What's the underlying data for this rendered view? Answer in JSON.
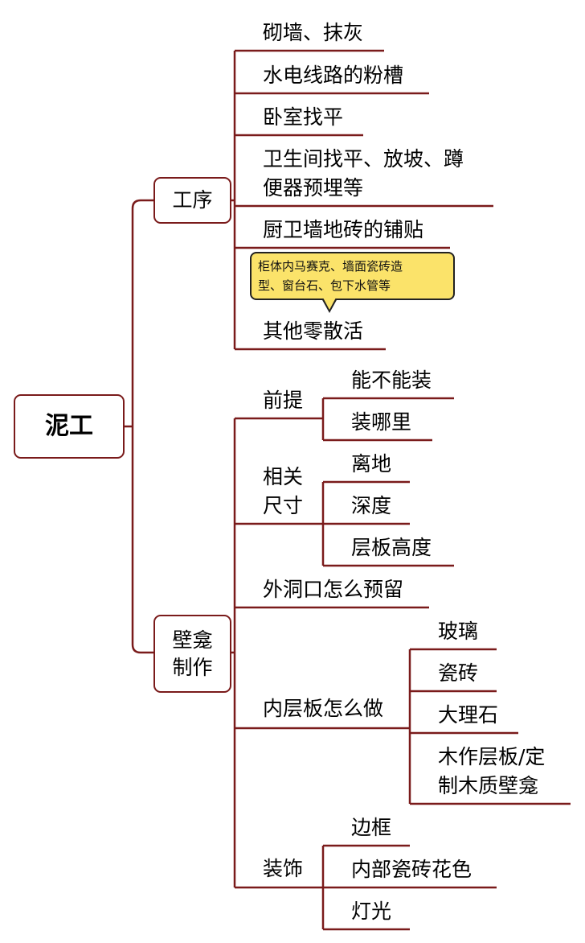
{
  "root": "泥工",
  "colors": {
    "line": "#7a1b1b",
    "callout_fill": "#fbe36a"
  },
  "branch1": {
    "label": "工序",
    "items": [
      "砌墙、抹灰",
      "水电线路的粉槽",
      "卧室找平",
      "卫生间找平、放坡、蹲",
      "便器预埋等",
      "厨卫墙地砖的铺贴",
      "其他零散活"
    ],
    "note_lines": [
      "柜体内马赛克、墙面瓷砖造",
      "型、窗台石、包下水管等"
    ]
  },
  "branch2": {
    "label_lines": [
      "壁龛",
      "制作"
    ],
    "qianti": {
      "label": "前提",
      "children": [
        "能不能装",
        "装哪里"
      ]
    },
    "xiangguan": {
      "label_lines": [
        "相关",
        "尺寸"
      ],
      "children": [
        "离地",
        "深度",
        "层板高度"
      ]
    },
    "waidong": "外洞口怎么预留",
    "neicengban": {
      "label": "内层板怎么做",
      "children": [
        "玻璃",
        "瓷砖",
        "大理石",
        "木作层板/定",
        "制木质壁龛"
      ]
    },
    "zhuangshi": {
      "label": "装饰",
      "children": [
        "边框",
        "内部瓷砖花色",
        "灯光"
      ]
    }
  }
}
